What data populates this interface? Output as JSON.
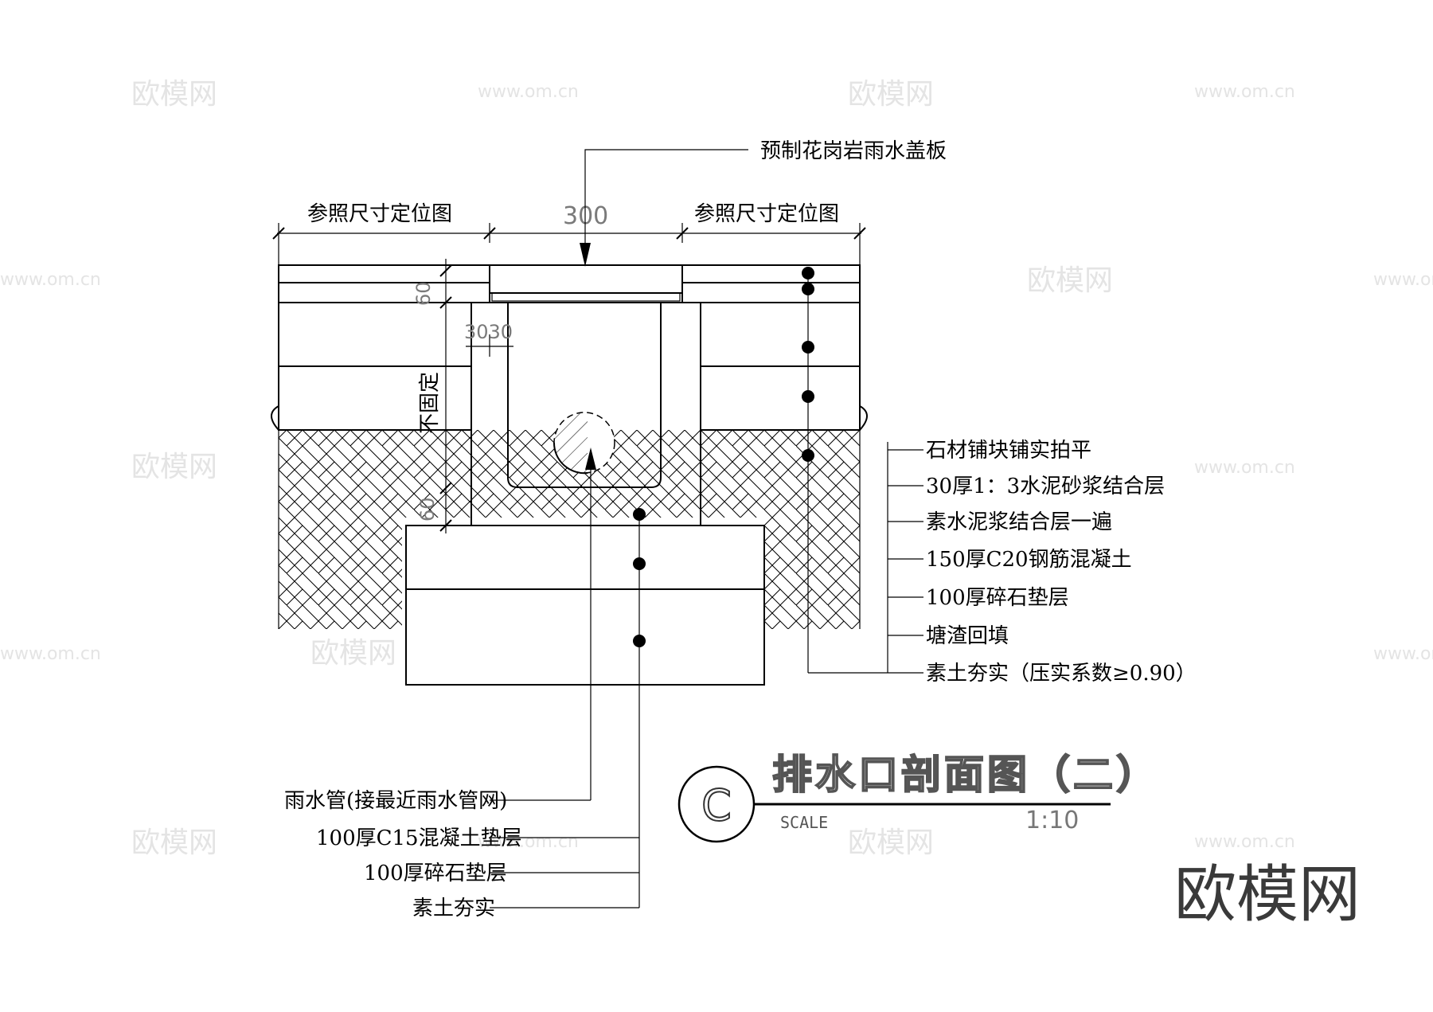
{
  "drawing": {
    "top_note": "预制花岗岩雨水盖板",
    "dim_left_label": "参照尺寸定位图",
    "dim_right_label": "参照尺寸定位图",
    "dim_center": "300",
    "dim_vertical_top": "60",
    "dim_vertical_bottom": "60",
    "dim_vertical_mid": "不固定",
    "dim_wall": "3030",
    "right_notes": [
      "石材铺块铺实拍平",
      "30厚1：3水泥砂浆结合层",
      "素水泥浆结合层一遍",
      "150厚C20钢筋混凝土",
      "100厚碎石垫层",
      "塘渣回填",
      "素土夯实（压实系数≥0.90）"
    ],
    "left_notes": [
      "雨水管(接最近雨水管网)",
      "100厚C15混凝土垫层",
      "100厚碎石垫层",
      "素土夯实"
    ]
  },
  "title_block": {
    "symbol": "C",
    "title": "排水口剖面图（二）",
    "scale_label": "SCALE",
    "scale_value": "1:10"
  },
  "watermark": {
    "brand": "欧模网",
    "url": "www.om.cn"
  }
}
